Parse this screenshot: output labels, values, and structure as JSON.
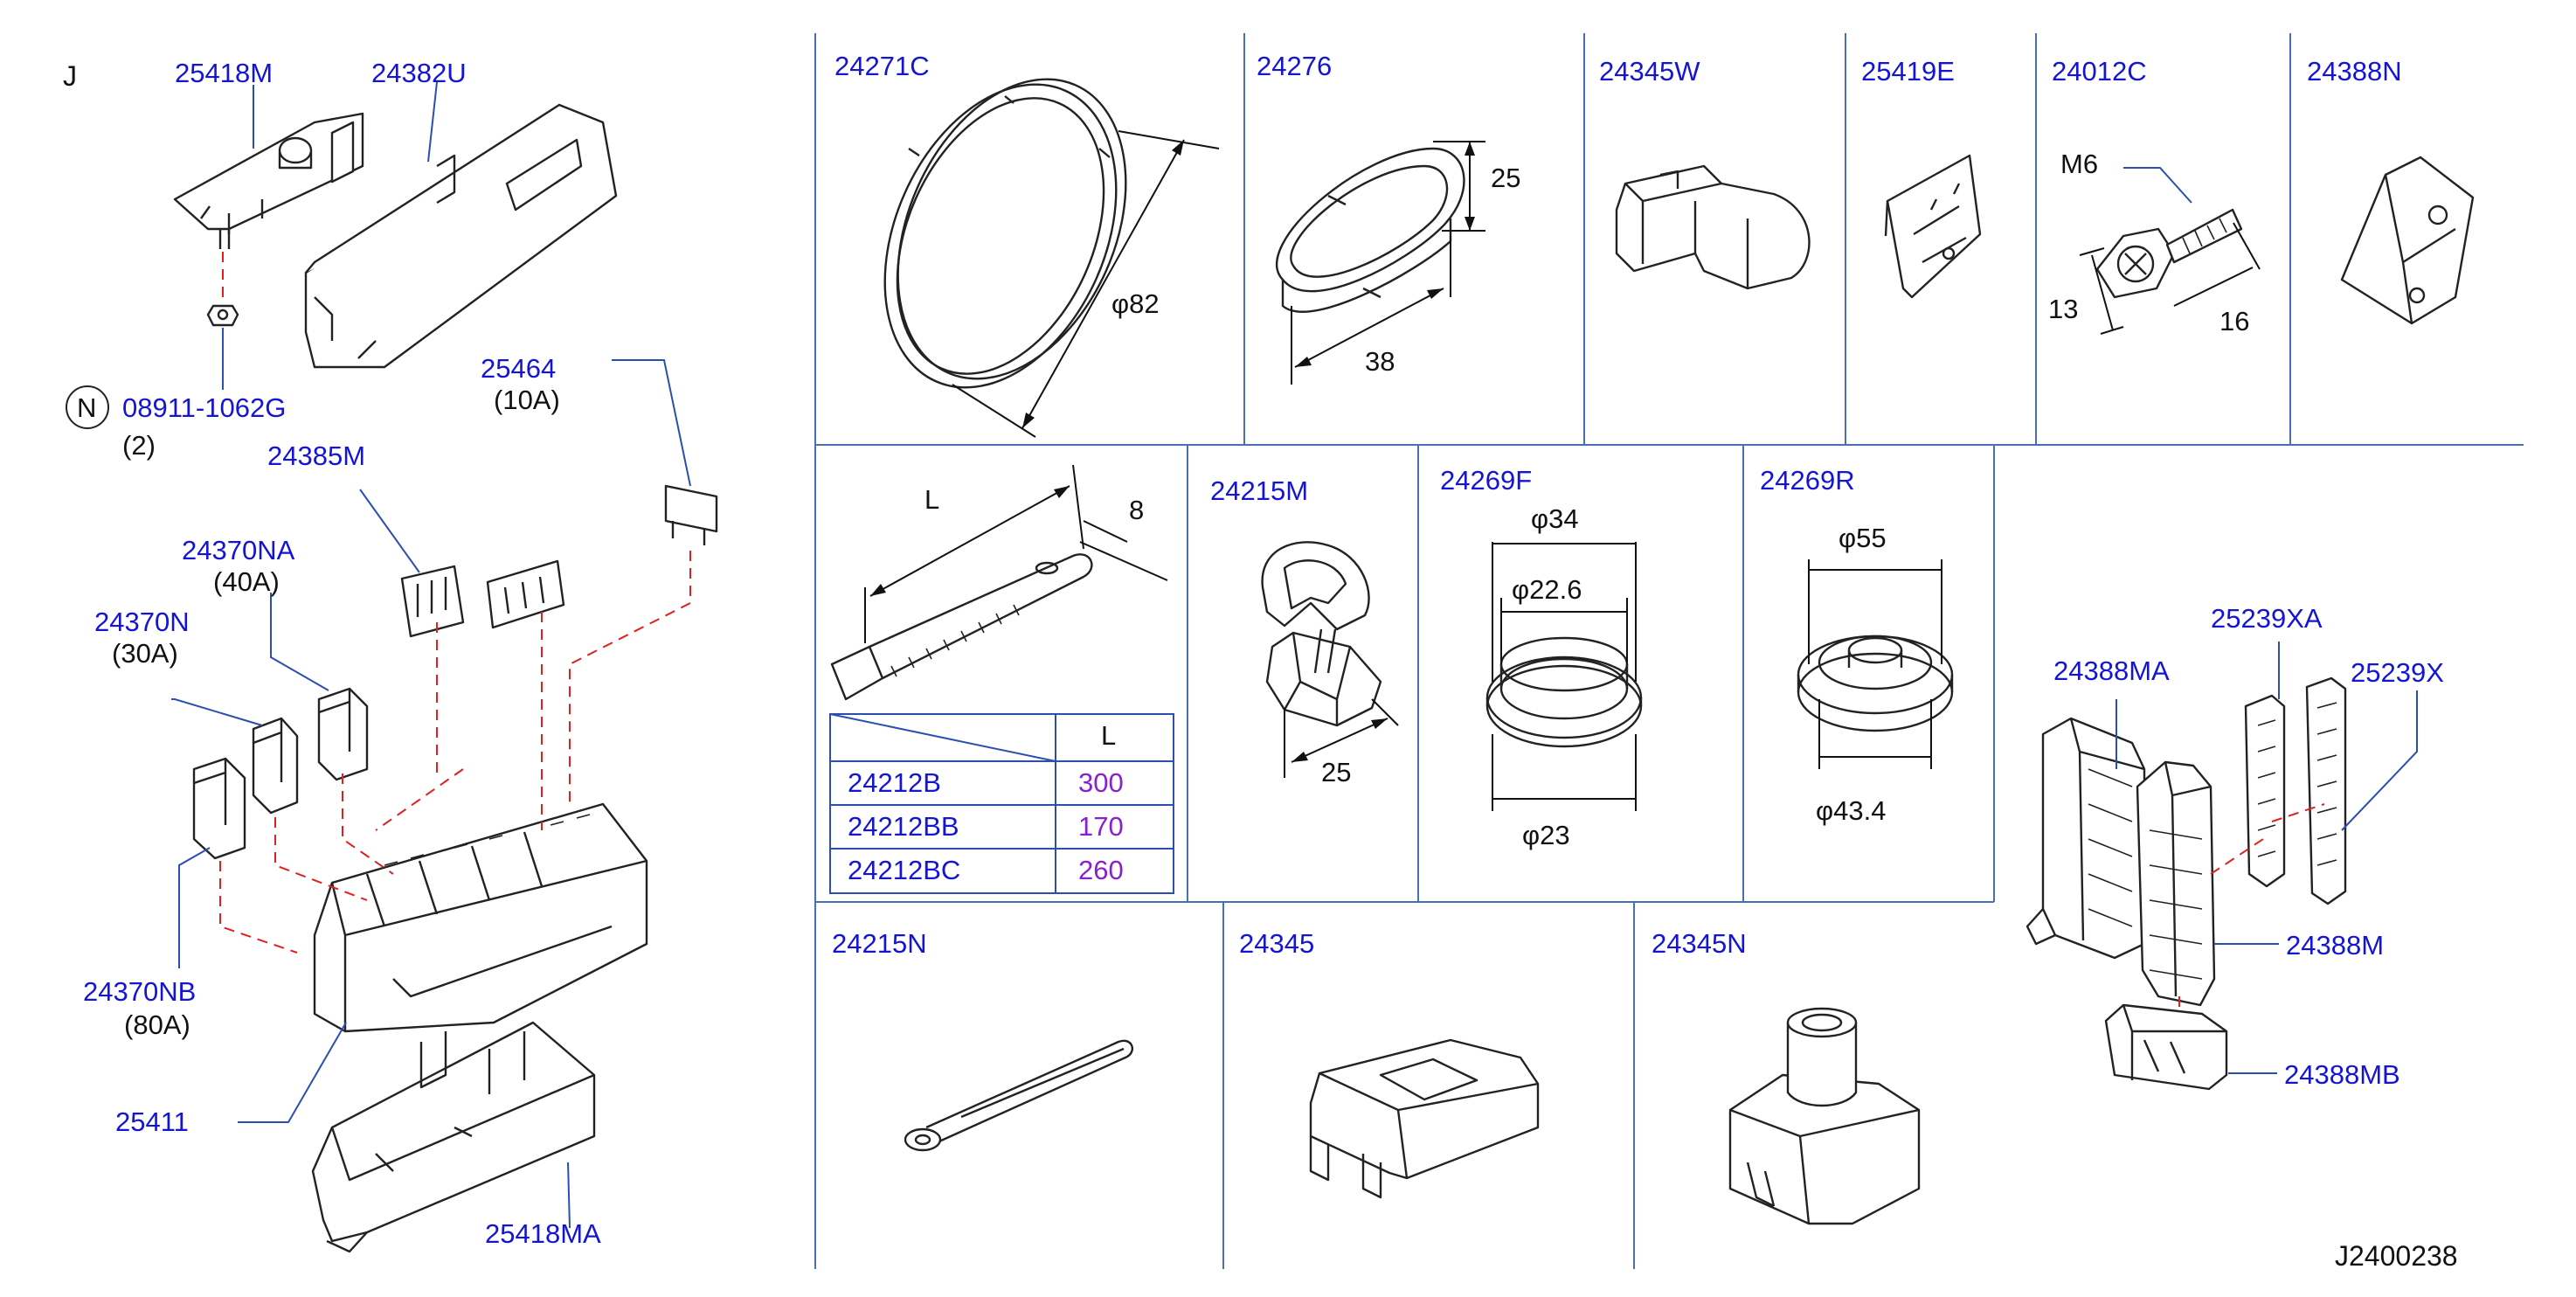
{
  "section_letter": "J",
  "diagram_ref": "J2400238",
  "left_panel": {
    "labels": {
      "bracket_top": "25418M",
      "cover_top": "24382U",
      "nut_part": "08911-1062G",
      "nut_qty": "(2)",
      "nut_prefix": "N",
      "fuse_small": "25464",
      "fuse_small_rating": "(10A)",
      "connector_24385m": "24385M",
      "fuse_na": "24370NA",
      "fuse_na_rating": "(40A)",
      "fuse_n": "24370N",
      "fuse_n_rating": "(30A)",
      "fuse_nb": "24370NB",
      "fuse_nb_rating": "(80A)",
      "fuse_block": "25411",
      "bracket_bottom": "25418MA"
    }
  },
  "top_row": {
    "cells": {
      "grommet_ring": "24271C",
      "grommet_oval": "24276",
      "clip_24345w": "24345W",
      "clip_25419e": "25419E",
      "bolt_24012c": "24012C",
      "bracket_24388n": "24388N"
    },
    "dims": {
      "ring_dia": "φ82",
      "oval_h": "25",
      "oval_w": "38",
      "bolt_thread": "M6",
      "bolt_head": "13",
      "bolt_len": "16"
    }
  },
  "middle_row": {
    "tie_dims": {
      "length": "L",
      "width": "8"
    },
    "tie_table": {
      "header": "L",
      "rows": [
        {
          "part": "24212B",
          "length": "300"
        },
        {
          "part": "24212BB",
          "length": "170"
        },
        {
          "part": "24212BC",
          "length": "260"
        }
      ]
    },
    "clip_24215m": "24215M",
    "clip_24215m_dim": "25",
    "grommet_f": "24269F",
    "grommet_f_dims": {
      "outer": "φ34",
      "mid": "φ22.6",
      "inner": "φ23"
    },
    "grommet_r": "24269R",
    "grommet_r_dims": {
      "top": "φ55",
      "bottom": "φ43.4"
    }
  },
  "bottom_row": {
    "strap": "24215N",
    "clip_24345": "24345",
    "clip_24345n": "24345N"
  },
  "right_assembly": {
    "labels": {
      "holder_ma": "24388MA",
      "holder_xa": "25239XA",
      "holder_x": "25239X",
      "holder_m": "24388M",
      "holder_mb": "24388MB"
    }
  }
}
